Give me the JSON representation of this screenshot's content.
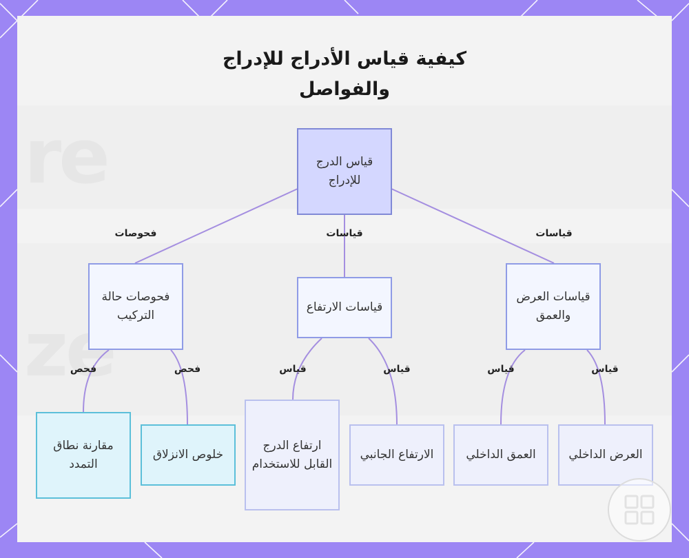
{
  "title": "كيفية قياس الأدراج للإدراج والفواصل",
  "nodes": {
    "root": "قياس الدرج للإدراج",
    "checks": "فحوصات حالة التركيب",
    "height": "قياسات الارتفاع",
    "width_depth": "قياسات العرض والعمق",
    "expansion": "مقارنة نطاق التمدد",
    "no_slip": "خلوص الانزلاق",
    "usable_height": "ارتفاع الدرج القابل للاستخدام",
    "side_height": "الارتفاع الجانبي",
    "inner_depth": "العمق الداخلي",
    "inner_width": "العرض الداخلي"
  },
  "edge_labels": {
    "root_checks": "فحوصات",
    "root_height": "قياسات",
    "root_width": "قياسات",
    "checks_expansion": "فحص",
    "checks_noslip": "فحص",
    "height_usable": "قياس",
    "height_side": "قياس",
    "width_depth": "قياس",
    "width_width": "قياس"
  },
  "colors": {
    "frame": "#9c86f4",
    "edge": "#a48ee0",
    "root_fill": "#d4d7ff",
    "leaf_cyan_border": "#5bbfd9"
  }
}
